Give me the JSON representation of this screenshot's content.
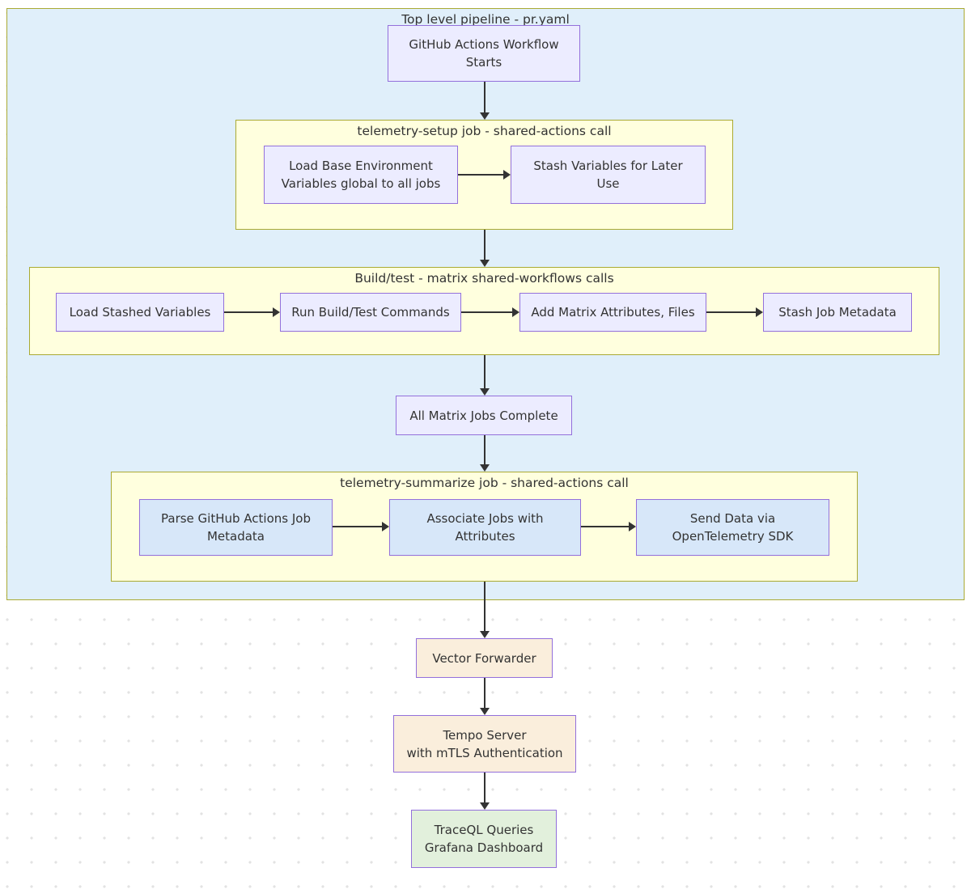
{
  "title": "Top level pipeline - pr.yaml",
  "subgraphs": {
    "setup": {
      "title": "telemetry-setup job - shared-actions call",
      "nodes": {
        "load_env": {
          "label": "Load Base Environment\nVariables global to all jobs"
        },
        "stash_vars": {
          "label": "Stash Variables for Later\nUse"
        }
      }
    },
    "build_test": {
      "title": "Build/test - matrix shared-workflows calls",
      "nodes": {
        "load_stashed": {
          "label": "Load Stashed Variables"
        },
        "run_build": {
          "label": "Run Build/Test Commands"
        },
        "add_matrix": {
          "label": "Add Matrix Attributes, Files"
        },
        "stash_meta": {
          "label": "Stash Job Metadata"
        }
      }
    },
    "summarize": {
      "title": "telemetry-summarize job - shared-actions call",
      "nodes": {
        "parse_meta": {
          "label": "Parse GitHub Actions Job\nMetadata"
        },
        "associate": {
          "label": "Associate Jobs with\nAttributes"
        },
        "send_data": {
          "label": "Send Data via\nOpenTelemetry SDK"
        }
      }
    }
  },
  "nodes": {
    "workflow_start": {
      "label": "GitHub Actions Workflow\nStarts"
    },
    "all_complete": {
      "label": "All Matrix Jobs Complete"
    },
    "vector": {
      "label": "Vector Forwarder"
    },
    "tempo": {
      "label": "Tempo Server\nwith mTLS Authentication"
    },
    "traceql": {
      "label": "TraceQL Queries\nGrafana Dashboard"
    }
  },
  "colors": {
    "pipeline_bg": "#e0effa",
    "cluster_border": "#aaaa33",
    "job_bg": "#ffffde",
    "node_lavender": "#ececff",
    "node_blue": "#d7e7f9",
    "node_cream": "#faeedc",
    "node_green": "#e2f0dc",
    "node_border": "#9370db",
    "edge": "#333333",
    "text": "#333333"
  }
}
